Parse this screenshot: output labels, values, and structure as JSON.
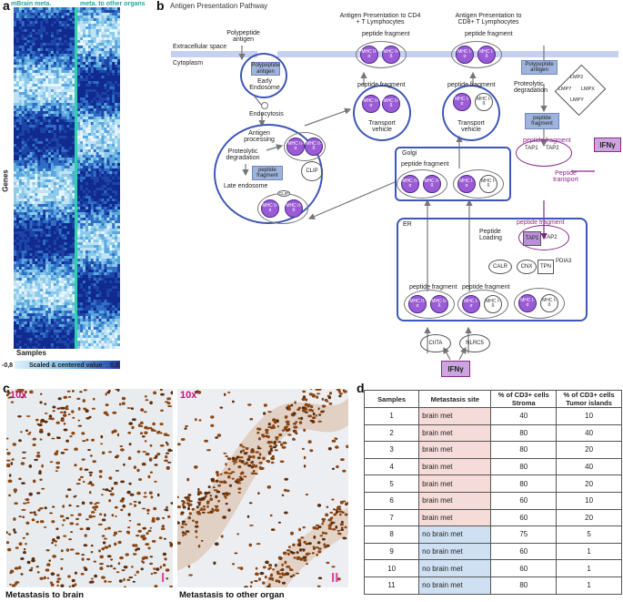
{
  "panels": {
    "a": {
      "letter": "a",
      "group_left": "mBrain meta.",
      "group_right": "meta. to other organs",
      "y_label": "Genes",
      "x_label": "Samples",
      "scale_min": "-0,8",
      "scale_caption": "Scaled & centered value",
      "scale_max": "0,8"
    },
    "b": {
      "letter": "b",
      "title": "Antigen Presentation Pathway",
      "cd4_title": "Antigen Presentation to CD4 + T Lymphocytes",
      "cd8_title": "Antigen Presentation to CD8+ T Lymphocytes",
      "polypeptide": "Polypeptide antigen",
      "extracellular": "Extracellular space",
      "cytoplasm": "Cytoplasm",
      "polypeptide_antigen_box": "Polypeptide antigen",
      "early_endosome": "Early Endosome",
      "endocytosis": "Endocytosis",
      "antigen_processing": "Antigen processing",
      "proteolytic_degradation": "Proteolytic degradation",
      "peptide_fragment_box": "peptide fragment",
      "late_endosome": "Late endosome",
      "clip": "CLIP",
      "clip_small": "CLIP",
      "peptide_fragment": "peptide fragment",
      "transport_vehicle": "Transport vehicle",
      "golgi": "Golgi",
      "er": "ER",
      "peptide_loading": "Peptide Loading",
      "peptide_transport": "Peptide transport",
      "proteolytic_degradation_2": "Proteolytic degradation",
      "lmp": [
        "LMP2",
        "LMP7",
        "LMPX",
        "LMPY"
      ],
      "ifng": "IFNγ",
      "tap1": "TAP1",
      "tap2": "TAP2",
      "calr": "CALR",
      "cnx": "CNX",
      "tpn": "TPN",
      "pdia3": "PDIA3",
      "ciita": "CIITA",
      "nlrc5": "NLRC5",
      "mhc_ii_a": "MHC II-α",
      "mhc_ii_b": "MHC II-ß",
      "mhc_i_a": "MHC I-α",
      "mhc_i_b": "MHC I-ß"
    },
    "c": {
      "letter": "c",
      "mag_left": "10x",
      "mag_right": "10x",
      "roman_left": "I",
      "roman_right": "II",
      "caption_left": "Metastasis to brain",
      "caption_right": "Metastasis to other organ"
    },
    "d": {
      "letter": "d",
      "headers": [
        "Samples",
        "Metastasis site",
        "% of CD3+ cells Stroma",
        "% of CD3+ cells Tumor islands"
      ],
      "rows": [
        [
          "1",
          "brain met",
          "40",
          "10"
        ],
        [
          "2",
          "brain met",
          "80",
          "40"
        ],
        [
          "3",
          "brain met",
          "80",
          "20"
        ],
        [
          "4",
          "brain met",
          "80",
          "40"
        ],
        [
          "5",
          "brain met",
          "80",
          "20"
        ],
        [
          "6",
          "brain met",
          "60",
          "10"
        ],
        [
          "7",
          "brain met",
          "60",
          "20"
        ],
        [
          "8",
          "no brain met",
          "75",
          "5"
        ],
        [
          "9",
          "no brain met",
          "60",
          "1"
        ],
        [
          "10",
          "no brain met",
          "60",
          "1"
        ],
        [
          "11",
          "no brain met",
          "80",
          "1"
        ]
      ]
    }
  },
  "colors": {
    "heatmap_low": "#dff2fb",
    "heatmap_high": "#102a8f",
    "group_divider": "#2fd1a8",
    "mhc_purple": "#9b5bd6",
    "membrane_blue": "#3d57b8",
    "brain_cell": "#f5dcd8",
    "no_brain_cell": "#cfe0f2",
    "ifng_magenta": "#8a2a8a"
  }
}
